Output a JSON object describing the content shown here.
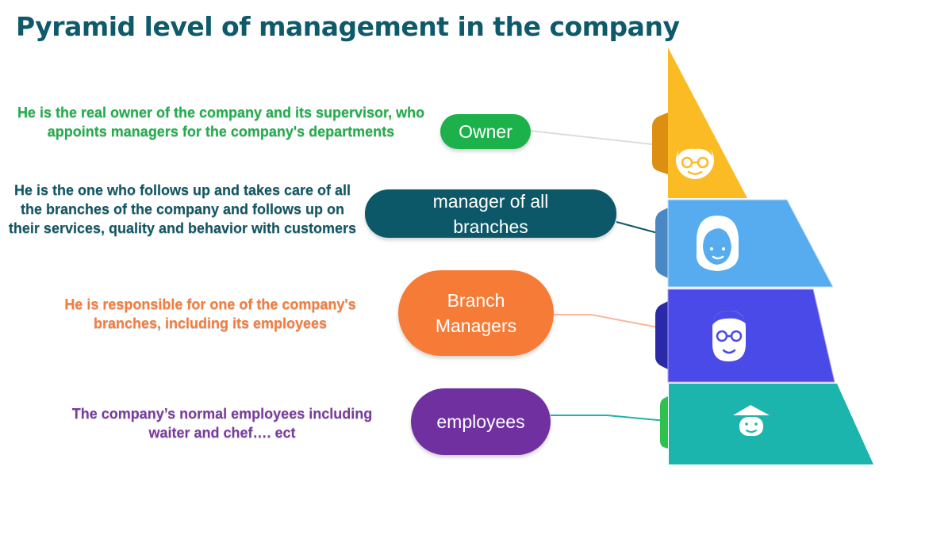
{
  "title": "Pyramid level of management in the company",
  "levels": [
    {
      "label": "Owner",
      "description": "He is the real owner of the company and its supervisor, who appoints managers for the company's departments",
      "icon": "owner-face-icon",
      "color": "#fbbb24"
    },
    {
      "label": "manager of all branches",
      "description": "He is the one who follows up and takes care of all the branches of the company and follows up on their services, quality and behavior with customers",
      "icon": "woman-face-icon",
      "color": "#57acf0"
    },
    {
      "label": "Branch Managers",
      "description": "He is responsible for one of the company's branches, including its employees",
      "icon": "man-glasses-face-icon",
      "color": "#4a4ae8"
    },
    {
      "label": "employees",
      "description": "The company’s normal employees including waiter and chef…. ect",
      "icon": "hat-face-icon",
      "color": "#1bb5ad"
    }
  ]
}
